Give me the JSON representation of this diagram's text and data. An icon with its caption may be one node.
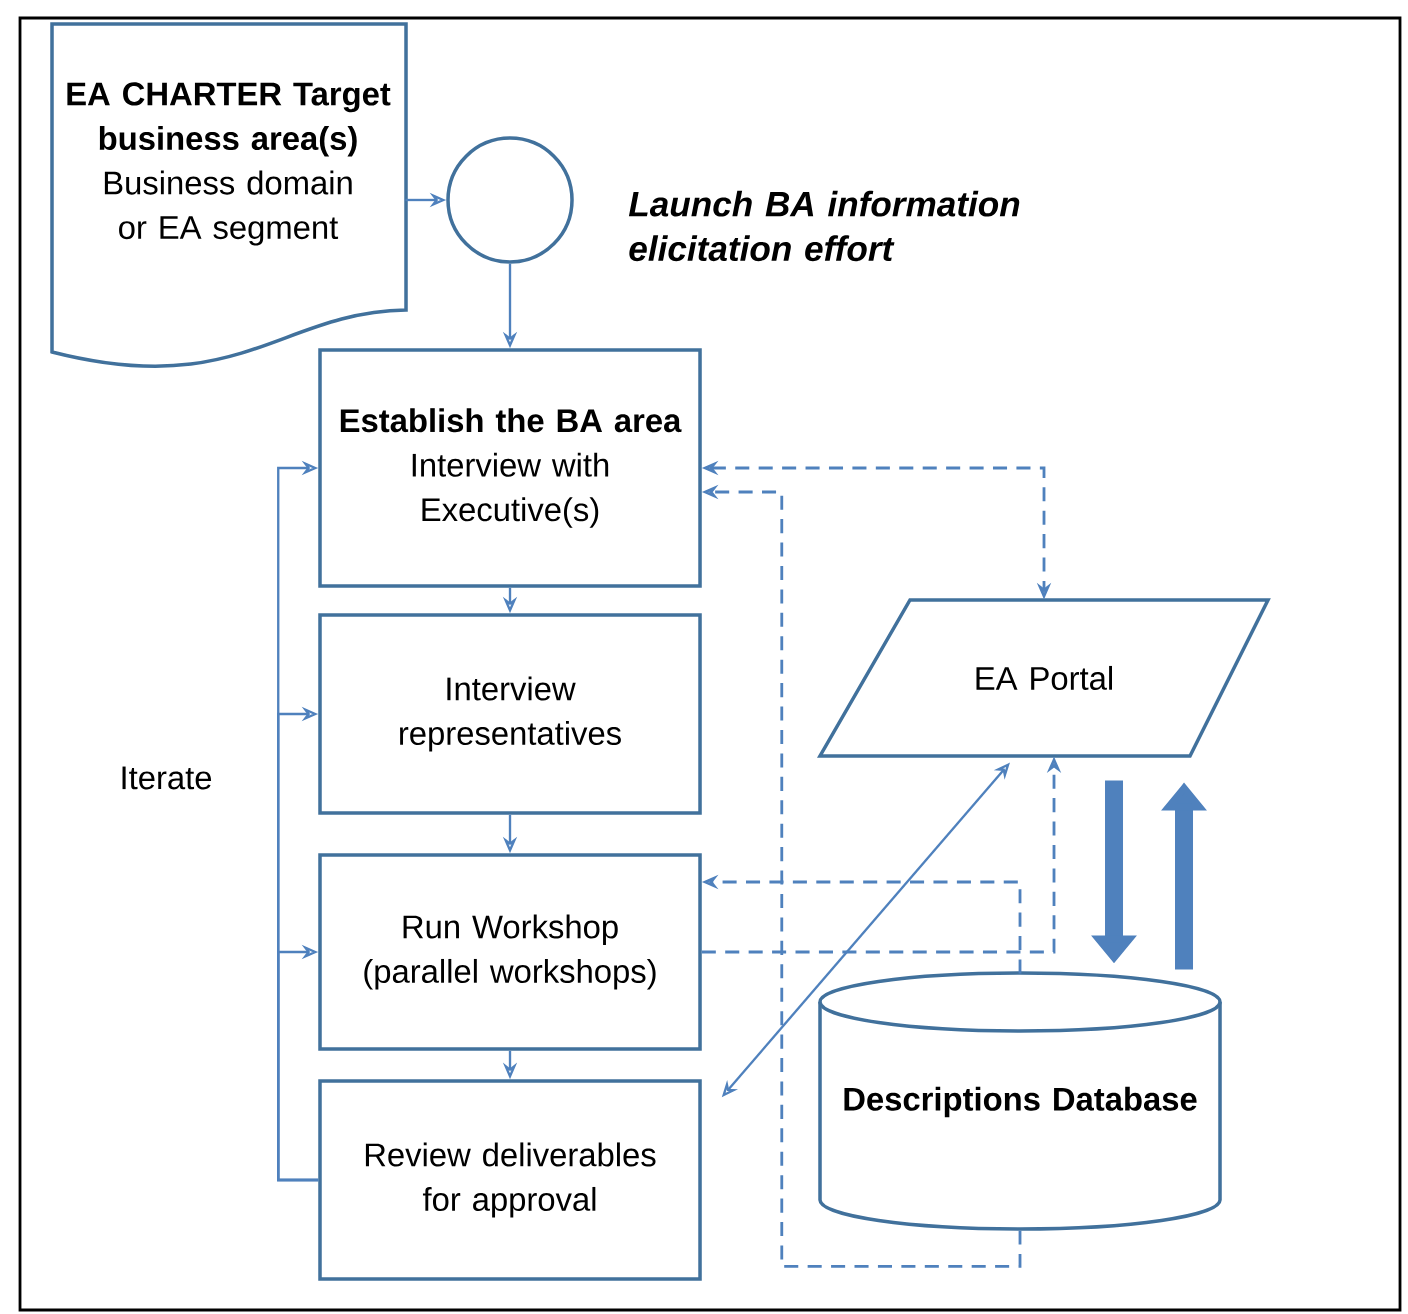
{
  "diagram": {
    "nodes": [
      {
        "text": [
          "EA CHARTER Target business area(s)",
          "Business domain or EA segment"
        ]
      },
      {
        "text": [],
        "shape": "circle",
        "beside": [
          "Launch BA information elicitation effort"
        ]
      },
      {
        "text": [
          "Establish the BA area",
          "Interview with Executive(s)"
        ]
      },
      {
        "text": [
          "Interview representatives"
        ]
      },
      {
        "text": [
          "Run Workshop (parallel workshops)"
        ]
      },
      {
        "text": [
          "Review deliverables for approval"
        ]
      },
      {
        "text": [
          "EA Portal"
        ]
      },
      {
        "text": [
          "Descriptions Database"
        ]
      }
    ],
    "edges": [
      {
        "from": 0,
        "to": 1,
        "arrow": "to"
      },
      {
        "from": 1,
        "to": 2,
        "arrow": "to"
      },
      {
        "from": 2,
        "to": 3,
        "arrow": "to"
      },
      {
        "from": 3,
        "to": 4,
        "arrow": "to"
      },
      {
        "from": 4,
        "to": 5,
        "arrow": "to"
      },
      {
        "from": 5,
        "to": 2,
        "arrow": "to"
      },
      {
        "from": 5,
        "to": 3,
        "arrow": "to"
      },
      {
        "from": 5,
        "to": 4,
        "arrow": "to"
      },
      {
        "from": 2,
        "to": 6,
        "arrow": "both",
        "style": "dashed"
      },
      {
        "from": 7,
        "to": 2,
        "arrow": "to",
        "style": "dashed"
      },
      {
        "from": 4,
        "to": 6,
        "arrow": "to",
        "style": "dashed"
      },
      {
        "from": 7,
        "to": 4,
        "arrow": "to",
        "style": "dashed"
      },
      {
        "from": 5,
        "to": 6,
        "arrow": "both"
      },
      {
        "from": 6,
        "to": 7,
        "arrow": "to",
        "style": "thick"
      },
      {
        "from": 7,
        "to": 6,
        "arrow": "to",
        "style": "thick"
      }
    ],
    "labels": [
      "Iterate"
    ]
  }
}
